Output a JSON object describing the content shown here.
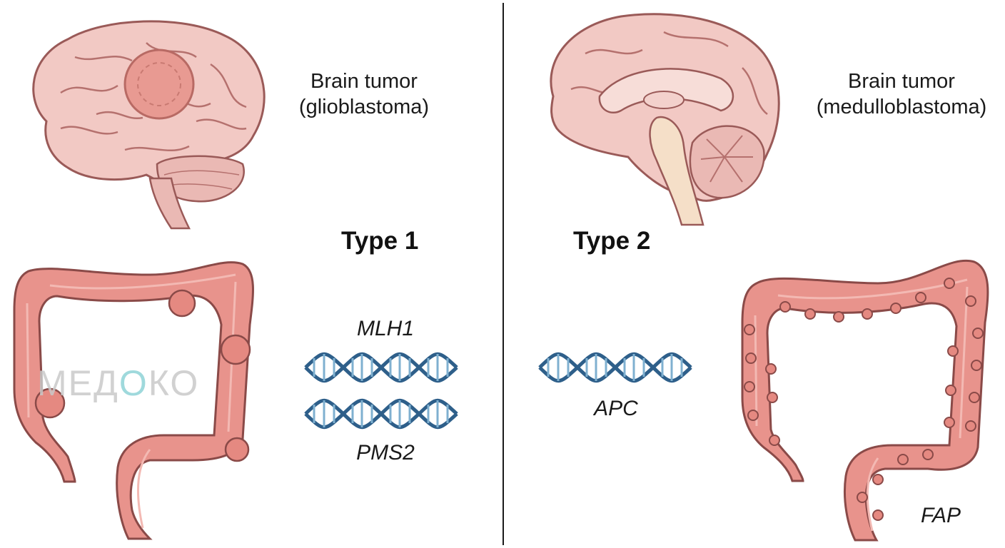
{
  "left_panel": {
    "tumor_label_line1": "Brain tumor",
    "tumor_label_line2": "(glioblastoma)",
    "type_label": "Type 1",
    "genes": [
      "MLH1",
      "PMS2"
    ]
  },
  "right_panel": {
    "tumor_label_line1": "Brain tumor",
    "tumor_label_line2": "(medulloblastoma)",
    "type_label": "Type 2",
    "genes": [
      "APC"
    ],
    "colon_label": "FAP"
  },
  "watermark": {
    "part1": "МЕД",
    "part2": "О",
    "part3": "КО"
  },
  "colors": {
    "brain_fill": "#f2c9c4",
    "brain_stroke": "#9a5a58",
    "tumor_fill": "#e89a92",
    "colon_fill": "#e8938c",
    "colon_stroke": "#8a4a48",
    "dna_blue": "#2e5f8a",
    "dna_light": "#7fb0d0"
  }
}
